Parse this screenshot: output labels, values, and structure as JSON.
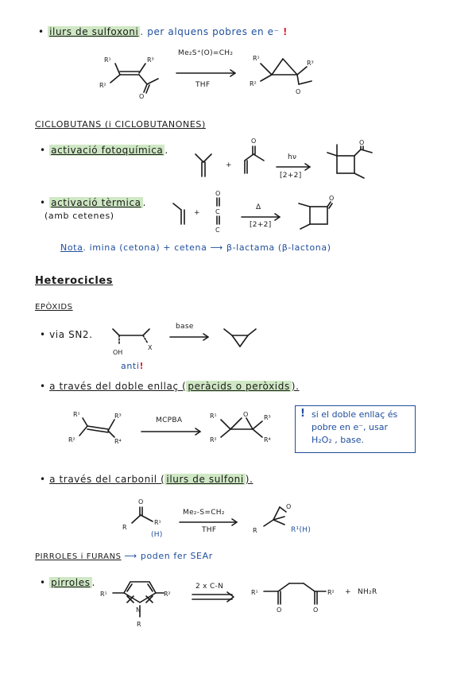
{
  "ylides": {
    "bullet": "•",
    "highlight": "ilurs de sulfoxoni",
    "rest": ". per alquens pobres en e⁻",
    "excl": "!",
    "reagent": "Me₂S⁺(O)=CH₂",
    "solvent": "THF",
    "labels": {
      "r1": "R¹",
      "r2": "R²",
      "r3": "R³",
      "o": "O"
    }
  },
  "cyclobutanes": {
    "heading": "CICLOBUTANS (i CICLOBUTANONES)",
    "photo": {
      "bullet": "•",
      "highlight": "activació fotoquímica",
      "rest": ".",
      "plus": "+",
      "top": "hν",
      "bottom": "[2+2]"
    },
    "thermal": {
      "bullet": "•",
      "highlight": "activació tèrmica",
      "rest": ".",
      "sub": "(amb cetenes)",
      "plus": "+",
      "top": "Δ",
      "bottom": "[2+2]",
      "ketene": [
        "O",
        "C",
        "C"
      ]
    },
    "nota": {
      "label": "Nota",
      "text": ". imina (cetona) + cetena ⟶ β-lactama (β-lactona)"
    }
  },
  "heterocycles": {
    "heading": "Heterocicles",
    "epoxides": {
      "heading": "EPÒXIDS",
      "sn2": {
        "bullet": "•",
        "text": "via SN2.",
        "oh": "OH",
        "x": "X",
        "arrow_label": "base",
        "anti": "anti",
        "excl": "!"
      },
      "double": {
        "bullet": "•",
        "pre": "a través del doble enllaç (",
        "highlight": "peràcids o peròxids",
        "post": ").",
        "reagent": "MCPBA",
        "o": "O"
      },
      "box": {
        "excl": "!",
        "line1": "si el doble enllaç és",
        "line2": "pobre en e⁻, usar",
        "line3": "H₂O₂ , base."
      },
      "carbonyl": {
        "bullet": "•",
        "pre": "a través del carbonil (",
        "highlight": "ilurs de sulfoni",
        "post": ").",
        "reagent": "Me₂-S=CH₂",
        "solvent": "THF",
        "o": "O",
        "r": "R",
        "r1": "R¹",
        "h": "(H)",
        "r1h": "R¹(H)"
      }
    },
    "pyrroles": {
      "heading": "PIRROLES i FURANS",
      "arrow_text": "⟶ poden fer SEAr",
      "bullet": "•",
      "highlight": "pirroles",
      "rest": ".",
      "reagent": "2 x C-N",
      "n": "N",
      "r": "R",
      "r1": "R¹",
      "r2": "R²",
      "plus": "+",
      "amine": "NH₂R",
      "o": "O"
    }
  }
}
